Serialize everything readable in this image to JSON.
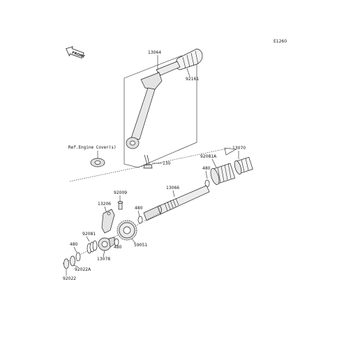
{
  "diagram": {
    "code": "E1260",
    "front_badge": "FRONT",
    "reference_note": "Ref.Engine Cover(s)",
    "part_numbers": {
      "p13064": "13064",
      "p92161": "92161",
      "p130": "130",
      "p13066": "13066",
      "p13070": "13070",
      "p92081A": "92081A",
      "p480_top": "480",
      "p92009": "92009",
      "p13206": "13206",
      "p480_mid": "480",
      "p59051": "59051",
      "p480_gear": "480",
      "p92081": "92081",
      "p480_left": "480",
      "p13078": "13078",
      "p92022A": "92022A",
      "p92022": "92022"
    }
  }
}
